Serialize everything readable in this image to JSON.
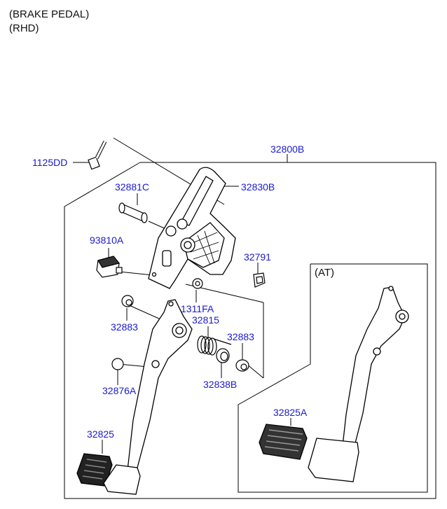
{
  "header": {
    "line1": "(BRAKE PEDAL)",
    "line2": "(RHD)"
  },
  "inset_label": "(AT)",
  "parts": {
    "p1125DD": "1125DD",
    "p32800B": "32800B",
    "p32881C": "32881C",
    "p32830B": "32830B",
    "p93810A": "93810A",
    "p32791": "32791",
    "p1311FA": "1311FA",
    "p32883a": "32883",
    "p32815": "32815",
    "p32883b": "32883",
    "p32838B": "32838B",
    "p32876A": "32876A",
    "p32825": "32825",
    "p32825A": "32825A"
  },
  "colors": {
    "part_link": "#1a1ad0",
    "line": "#000000"
  }
}
